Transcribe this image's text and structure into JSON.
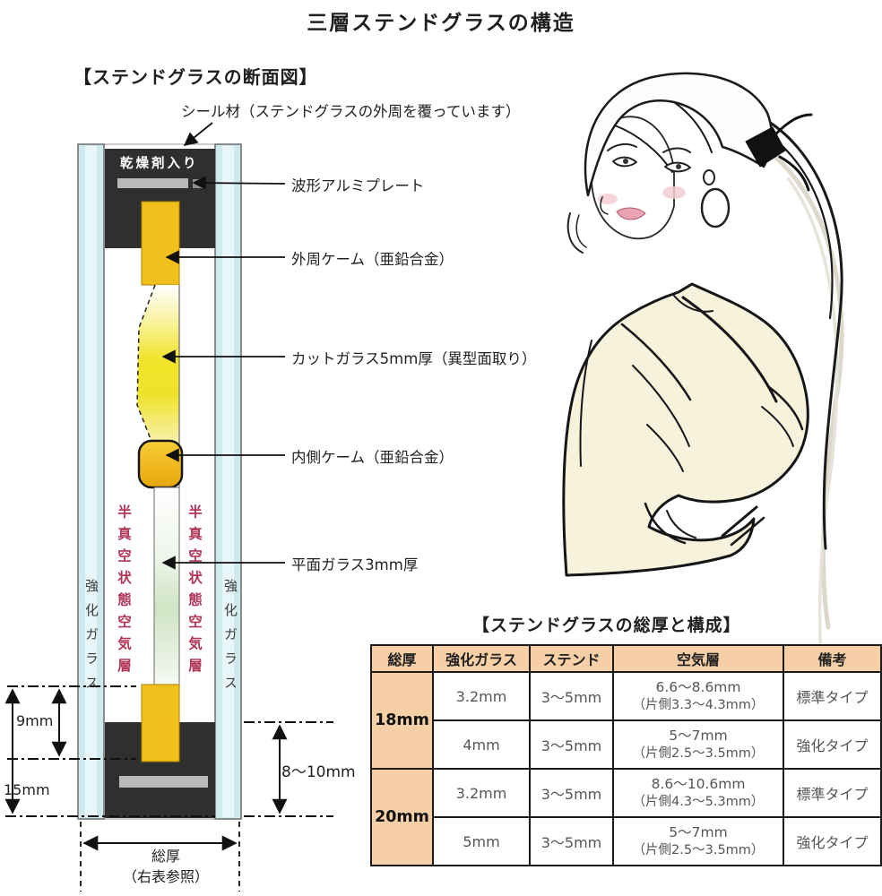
{
  "title": "三層ステンドグラスの構造",
  "section_heading": "【ステンドグラスの断面図】",
  "diagram": {
    "seal_label": "シール材（ステンドグラスの外周を覆っています）",
    "desiccant_label": "乾燥剤入り",
    "part_labels": {
      "aluminum_plate": "波形アルミプレート",
      "outer_came": "外周ケーム（亜鉛合金）",
      "cut_glass": "カットガラス5mm厚（異型面取り）",
      "inner_came": "内側ケーム（亜鉛合金）",
      "flat_glass": "平面ガラス3mm厚"
    },
    "side_labels": {
      "tempered_glass": "強化ガラス",
      "air_layer": "半真空状態空気層"
    },
    "dimensions": {
      "upper": "9mm",
      "lower": "15mm",
      "right": "8～10mm",
      "total_line1": "総厚",
      "total_line2": "（右表参照）"
    }
  },
  "table": {
    "heading": "【ステンドグラスの総厚と構成】",
    "columns": [
      "総厚",
      "強化ガラス",
      "ステンド",
      "空気層",
      "備考"
    ],
    "groups": [
      {
        "total": "18mm",
        "rows": [
          {
            "tempered": "3.2mm",
            "stained": "3～5mm",
            "air_main": "6.6～8.6mm",
            "air_side": "（片側3.3～4.3mm）",
            "note": "標準タイプ"
          },
          {
            "tempered": "4mm",
            "stained": "3～5mm",
            "air_main": "5～7mm",
            "air_side": "（片側2.5～3.5mm）",
            "note": "強化タイプ"
          }
        ]
      },
      {
        "total": "20mm",
        "rows": [
          {
            "tempered": "3.2mm",
            "stained": "3～5mm",
            "air_main": "8.6～10.6mm",
            "air_side": "（片側4.3～5.3mm）",
            "note": "標準タイプ"
          },
          {
            "tempered": "5mm",
            "stained": "3～5mm",
            "air_main": "5～7mm",
            "air_side": "（片側2.5～3.5mm）",
            "note": "強化タイプ"
          }
        ]
      }
    ]
  },
  "colors": {
    "glass_blue": "#cfe9ef",
    "seal_black": "#2f2f2f",
    "came_yellow": "#f2c01c",
    "plate_gray": "#b9b9b9",
    "air_text_red": "#b13557",
    "table_header_bg": "#f6cfa6",
    "sweater_cream": "#f6f2dc"
  }
}
